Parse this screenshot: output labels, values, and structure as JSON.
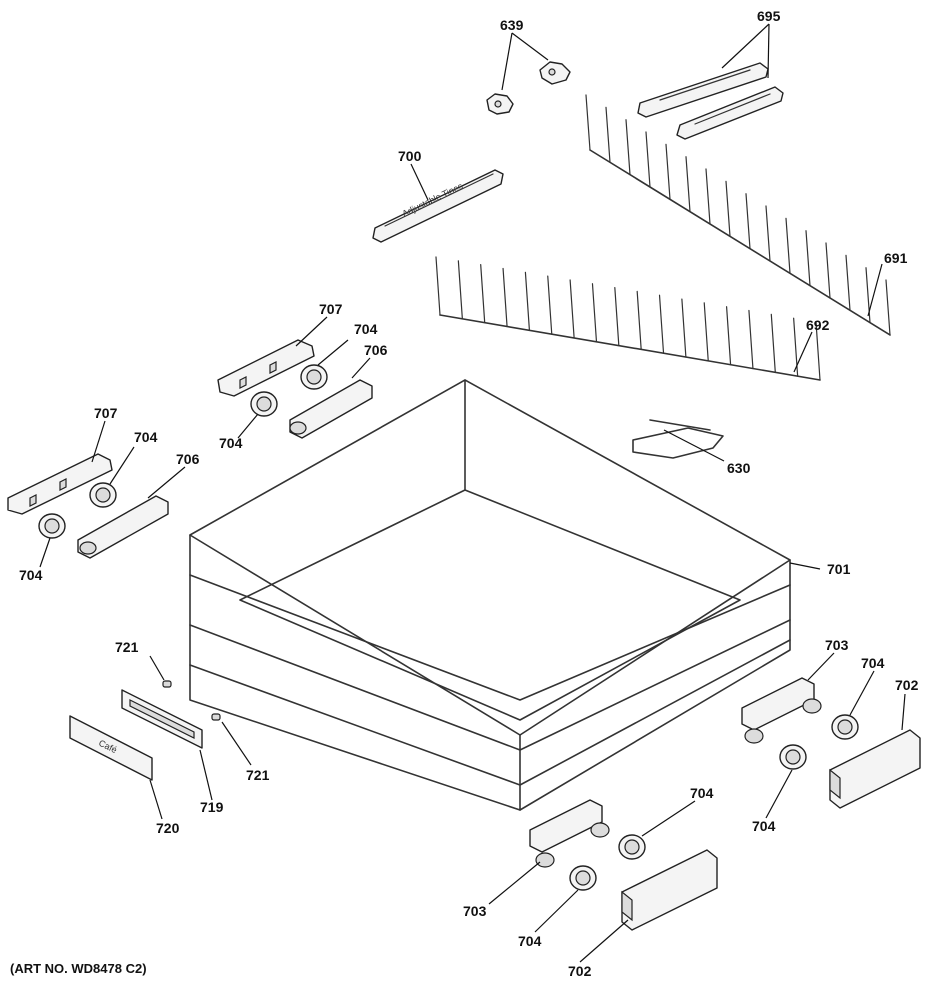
{
  "diagram": {
    "callouts": {
      "c639": "639",
      "c695": "695",
      "c700": "700",
      "c691": "691",
      "c692": "692",
      "c630": "630",
      "c707a": "707",
      "c704a": "704",
      "c706a": "706",
      "c704b": "704",
      "c707b": "707",
      "c704c": "704",
      "c706b": "706",
      "c704d": "704",
      "c701": "701",
      "c721a": "721",
      "c721b": "721",
      "c719": "719",
      "c720": "720",
      "c703a": "703",
      "c704e": "704",
      "c702a": "702",
      "c704f": "704",
      "c704g": "704",
      "c703b": "703",
      "c704h": "704",
      "c702b": "702"
    },
    "part_stamps": {
      "rail_700": "Adjustable Tines",
      "badge_720": "Café"
    },
    "footer": {
      "art_number": "(ART NO. WD8478 C2)"
    }
  }
}
